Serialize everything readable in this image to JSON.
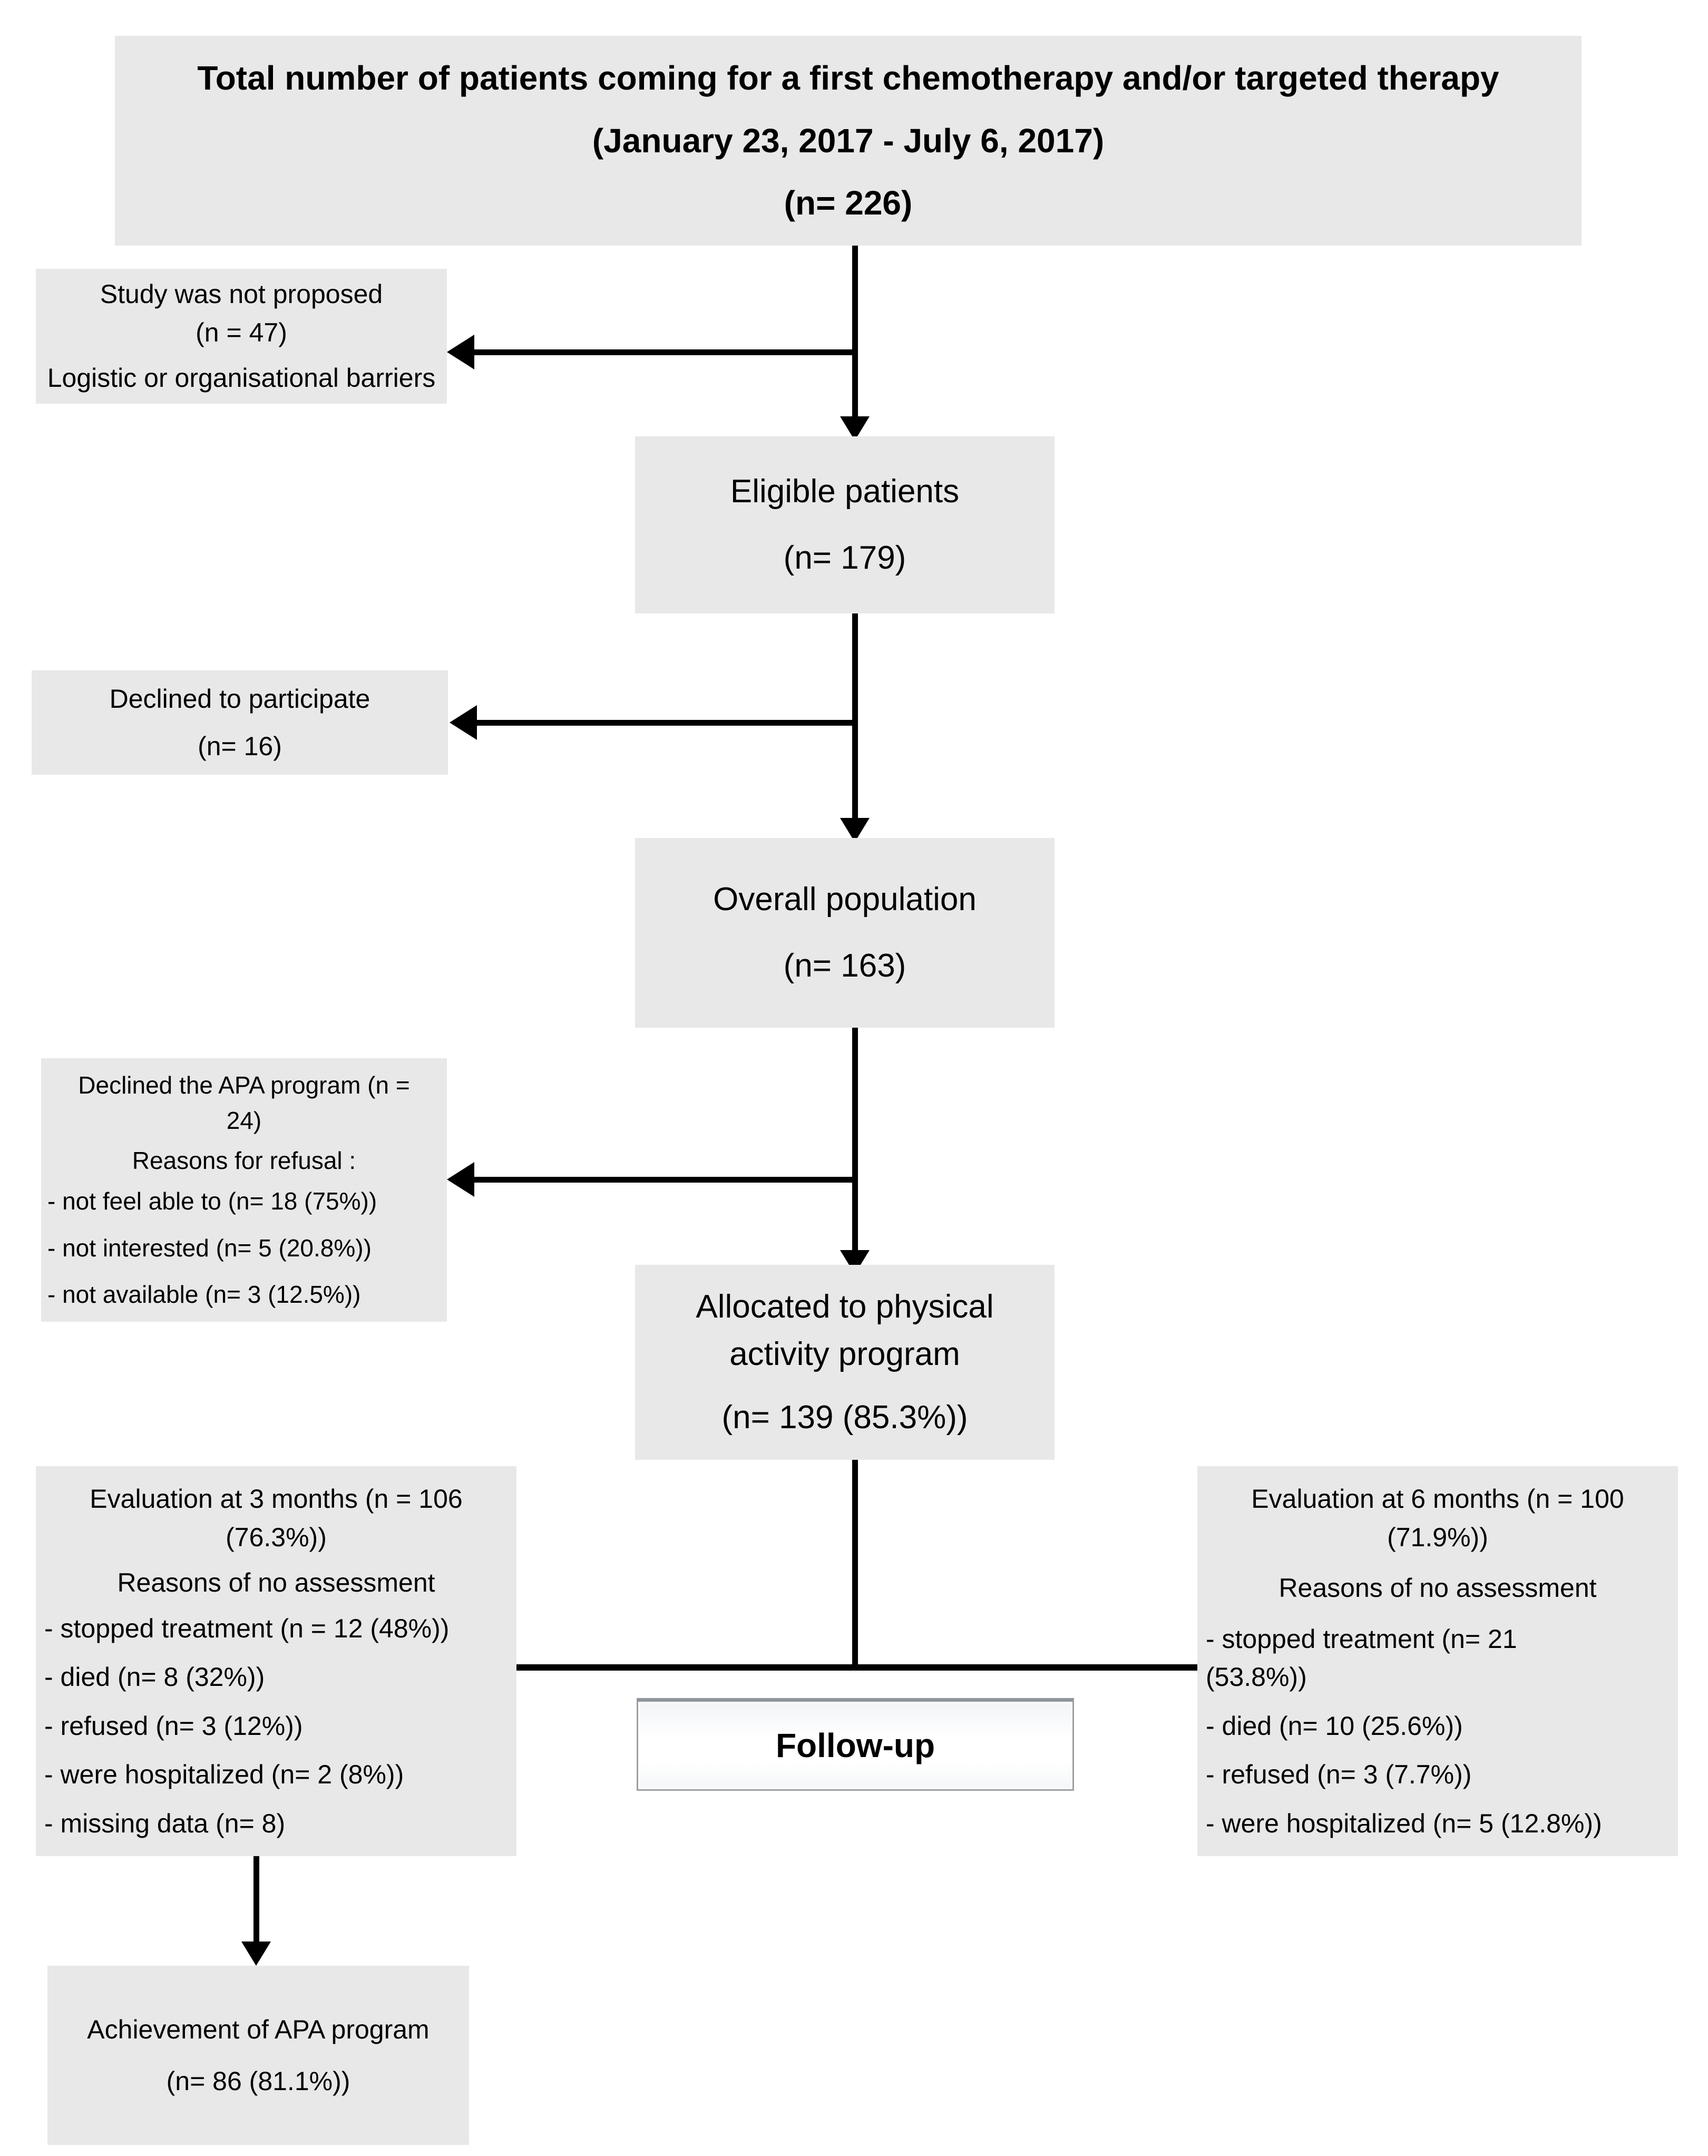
{
  "diagram": {
    "title": "Patient flow diagram (CONSORT style)",
    "box_fill": "#e8e8e8",
    "line_color": "#000000",
    "plate_fill": "#ffffff"
  },
  "nodes": {
    "total_patients": {
      "line1": "Total number of patients coming for a first chemotherapy and/or targeted therapy",
      "line2": "(January 23, 2017 - July 6, 2017)",
      "line3": "(n= 226)"
    },
    "not_proposed": {
      "line1": "Study was not proposed",
      "line2": "(n = 47)",
      "line3": "Logistic or organisational barriers"
    },
    "eligible": {
      "line1": "Eligible patients",
      "line2": "(n= 179)"
    },
    "declined_participate": {
      "line1": "Declined to participate",
      "line2": "(n= 16)"
    },
    "overall_population": {
      "line1": "Overall population",
      "line2": "(n= 163)"
    },
    "declined_apa": {
      "line1": "Declined the APA program  (n =",
      "line2": "24)",
      "line3": "Reasons for refusal :",
      "line4": "- not feel able to (n= 18 (75%))",
      "line5": "- not interested (n= 5 (20.8%))",
      "line6": "- not available (n= 3 (12.5%))"
    },
    "allocated": {
      "line1": "Allocated to physical",
      "line2": "activity program",
      "line3": "(n= 139 (85.3%))"
    },
    "eval_3_months": {
      "line1": "Evaluation at 3 months (n = 106",
      "line2": "(76.3%))",
      "line3": "Reasons of no assessment",
      "line4": "- stopped treatment (n = 12 (48%))",
      "line5": "- died (n= 8 (32%))",
      "line6": "- refused (n= 3 (12%))",
      "line7": "- were hospitalized (n= 2 (8%))",
      "line8": "- missing data (n= 8)"
    },
    "follow_up": {
      "label": "Follow-up"
    },
    "eval_6_months": {
      "line1": "Evaluation at 6 months (n = 100",
      "line2": "(71.9%))",
      "line3": "Reasons of no assessment",
      "line4": "- stopped treatment (n= 21",
      "line5": "(53.8%))",
      "line6": "- died (n= 10 (25.6%))",
      "line7": "- refused (n= 3 (7.7%))",
      "line8": "- were hospitalized (n= 5 (12.8%))"
    },
    "achievement": {
      "line1": "Achievement of APA program",
      "line2": "(n= 86 (81.1%))"
    }
  },
  "chart_data": {
    "type": "table",
    "title": "Patient flow through APA (adapted physical activity) program",
    "stages": [
      {
        "label": "Total number of patients coming for a first chemotherapy and/or targeted therapy",
        "period": "January 23, 2017 - July 6, 2017",
        "n": 226
      },
      {
        "label": "Study was not proposed (logistic or organisational barriers)",
        "n": 47
      },
      {
        "label": "Eligible patients",
        "n": 179
      },
      {
        "label": "Declined to participate",
        "n": 16
      },
      {
        "label": "Overall population",
        "n": 163
      },
      {
        "label": "Declined the APA program",
        "n": 24,
        "reasons": [
          {
            "label": "not feel able to",
            "n": 18,
            "pct": 75.0
          },
          {
            "label": "not interested",
            "n": 5,
            "pct": 20.8
          },
          {
            "label": "not available",
            "n": 3,
            "pct": 12.5
          }
        ]
      },
      {
        "label": "Allocated to physical activity program",
        "n": 139,
        "pct": 85.3
      },
      {
        "label": "Evaluation at 3 months",
        "n": 106,
        "pct": 76.3,
        "reasons": [
          {
            "label": "stopped treatment",
            "n": 12,
            "pct": 48.0
          },
          {
            "label": "died",
            "n": 8,
            "pct": 32.0
          },
          {
            "label": "refused",
            "n": 3,
            "pct": 12.0
          },
          {
            "label": "were hospitalized",
            "n": 2,
            "pct": 8.0
          },
          {
            "label": "missing data",
            "n": 8
          }
        ]
      },
      {
        "label": "Evaluation at 6 months",
        "n": 100,
        "pct": 71.9,
        "reasons": [
          {
            "label": "stopped treatment",
            "n": 21,
            "pct": 53.8
          },
          {
            "label": "died",
            "n": 10,
            "pct": 25.6
          },
          {
            "label": "refused",
            "n": 3,
            "pct": 7.7
          },
          {
            "label": "were hospitalized",
            "n": 5,
            "pct": 12.8
          }
        ]
      },
      {
        "label": "Achievement of APA program",
        "n": 86,
        "pct": 81.1
      }
    ]
  }
}
